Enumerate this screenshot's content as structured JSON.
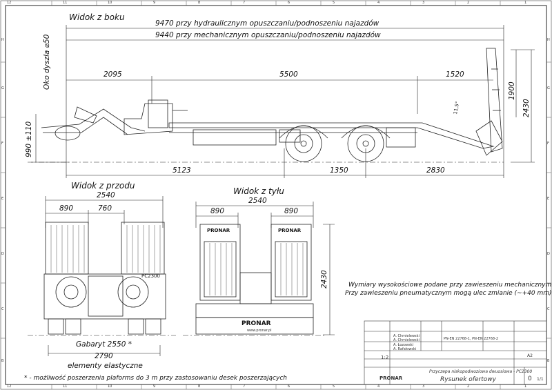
{
  "views": {
    "side": "Widok z boku",
    "front": "Widok z przodu",
    "rear": "Widok z tyłu"
  },
  "side_dims": {
    "hydraulic": "9470 przy hydraulicznym opuszczaniu/podnoszeniu najazdów",
    "mechanical": "9440 przy mechanicznym opuszczaniu/podnoszeniu najazdów",
    "d2095": "2095",
    "d5500": "5500",
    "d1520": "1520",
    "d1900": "1900",
    "d2430": "2430",
    "d5123": "5123",
    "d1350": "1350",
    "d2830": "2830",
    "eye_height": "990 ±110",
    "eye_label": "Oko dyszla ⌀50",
    "angle": "11,5°"
  },
  "front_dims": {
    "width": "2540",
    "d890": "890",
    "d760": "760",
    "gabaryt": "Gabaryt 2550 *",
    "d2790": "2790",
    "elastic": "elementy elastyczne",
    "plate": "PC2300"
  },
  "rear_dims": {
    "width": "2540",
    "left": "890",
    "right": "890",
    "height": "2430",
    "brand_left": "PRONAR",
    "brand_right": "PRONAR",
    "brand_bottom": "PRONAR",
    "site": "www.pronar.pl"
  },
  "notes": {
    "line1": "Wymiary wysokościowe podane przy zawieszeniu mechanicznym.",
    "line2": "Przy zawieszeniu pneumatycznym mogą ulec zmianie (~+40 mm)",
    "footnote": "* - możliwość poszerzenia plaforms do 3 m przy zastosowaniu desek poszerzających"
  },
  "title_block": {
    "scale": "1:2",
    "title": "Przyczepa niskopodwoziowa dwuosiowa - PC2300",
    "drawing": "Rysunek ofertowy",
    "sheet": "0",
    "sheets": "1/1",
    "format": "A2",
    "logo": "PRONAR",
    "standard": "PN-EN 22768-1, PN-EN 22768-2",
    "names": [
      "A. Chmielewski",
      "A. Chmielewski",
      "A. Łozowski",
      "A. Rafałowski"
    ]
  },
  "frame_numbers": {
    "top": [
      "12",
      "11",
      "10",
      "9",
      "8",
      "7",
      "6",
      "5",
      "4",
      "3",
      "2",
      "1"
    ],
    "bottom": [
      "12",
      "11",
      "10",
      "9",
      "8",
      "7",
      "6",
      "5",
      "4",
      "3",
      "2",
      "1"
    ],
    "left": [
      "H",
      "G",
      "F",
      "E",
      "D",
      "C",
      "B"
    ],
    "right": [
      "H",
      "G",
      "F",
      "E",
      "D",
      "C",
      "B"
    ]
  }
}
